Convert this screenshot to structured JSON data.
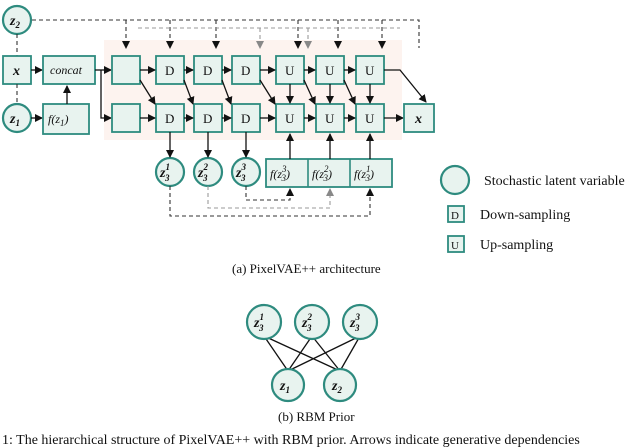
{
  "nodes": {
    "x_in": "x",
    "z2": "z",
    "z2_sub": "2",
    "z1": "z",
    "z1_sub": "1",
    "concat": "concat",
    "f_z1": "f(z",
    "f_z1_sub": "1",
    "f_close": ")",
    "x_out": "x",
    "down": "D",
    "up": "U",
    "z3": "z",
    "z3_sub": "3",
    "sup1": "1",
    "sup2": "2",
    "sup3": "3",
    "f_z3_open": "f(z",
    "f_z3_close": ")"
  },
  "legend": {
    "stochastic": "Stochastic latent variable",
    "down_sym": "D",
    "down": "Down-sampling",
    "up_sym": "U",
    "up": "Up-sampling"
  },
  "captions": {
    "a": "(a) PixelVAE++ architecture",
    "b": "(b) RBM Prior"
  },
  "bottom_text": "1: The hierarchical structure of PixelVAE++ with RBM prior. Arrows indicate generative dependencies"
}
